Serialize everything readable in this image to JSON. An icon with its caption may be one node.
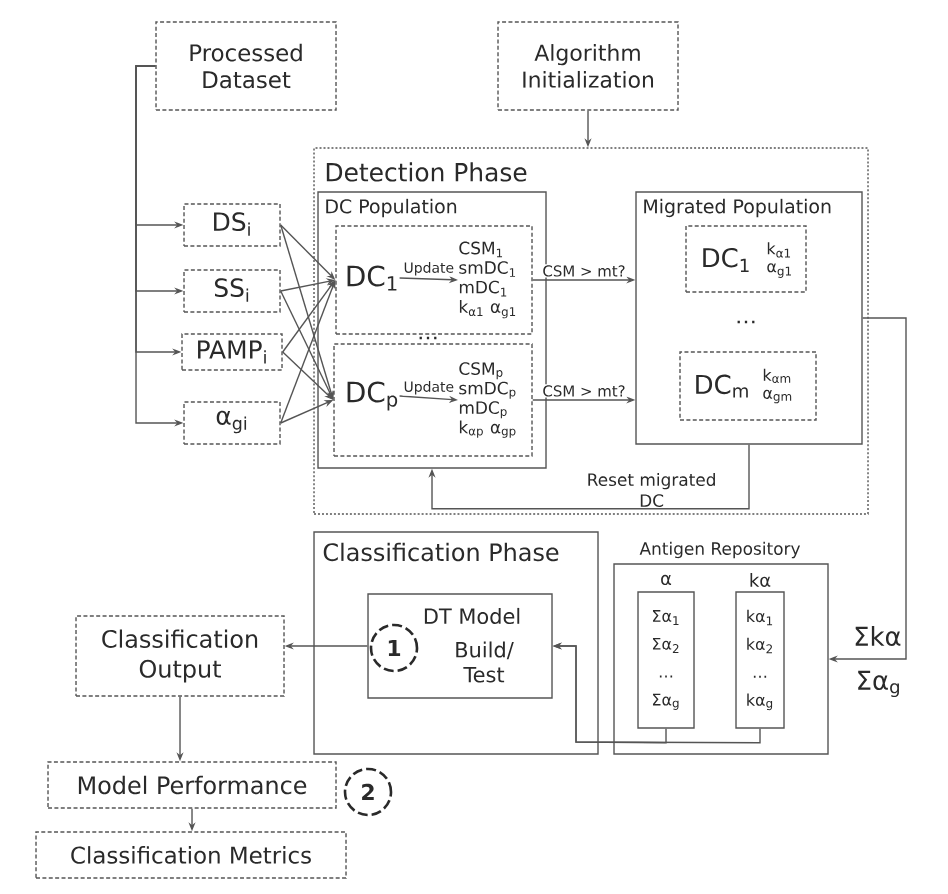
{
  "diagram": {
    "nodes": [
      {
        "text": [
          "Processed Dataset"
        ]
      },
      {
        "text": [
          "Algorithm Initialization"
        ]
      },
      {
        "text": [
          "Detection Phase"
        ]
      },
      {
        "text": [
          "DC Population"
        ],
        "in": 2
      },
      {
        "text": [],
        "shape": "box",
        "in": 3
      },
      {
        "text": [
          "DC$_{1}$"
        ],
        "in": 4
      },
      {
        "text": [
          "CSM$_{1}$ smDC$_{1}$ mDC$_{1}$ k$_{α1}$ α$_{g1}$"
        ],
        "in": 4
      },
      {
        "text": [],
        "shape": "box",
        "in": 3
      },
      {
        "text": [
          "DC$_{p}$"
        ],
        "in": 7
      },
      {
        "text": [
          "CSM$_{p}$ smDC$_{p}$ mDC$_{p}$ k$_{αp}$ α$_{gp}$"
        ],
        "in": 7
      },
      {
        "text": [
          "Migrated Population"
        ],
        "in": 2
      },
      {
        "text": [
          "DC$_{1}$",
          "k$_{α1}$ α$_{g1}$"
        ],
        "in": 10
      },
      {
        "text": [
          "DC$_{m}$",
          "k$_{αm}$ α$_{gm}$"
        ],
        "in": 10
      },
      {
        "text": [
          "DS$_{i}$"
        ]
      },
      {
        "text": [
          "SS$_{i}$"
        ]
      },
      {
        "text": [
          "PAMP$_{i}$"
        ]
      },
      {
        "text": [
          "α$_{gi}$"
        ]
      },
      {
        "text": [
          "Classification Phase"
        ]
      },
      {
        "text": [
          "DT Model",
          "Build/ Test"
        ],
        "in": 17
      },
      {
        "text": [
          "Antigen Repository"
        ]
      },
      {
        "text": [
          "α",
          "Σα$_{1}$ Σα$_{2}$ … Σα$_{g}$"
        ],
        "in": 19
      },
      {
        "text": [
          "kα",
          "kα$_{1}$ kα$_{2}$ … kα$_{g}$"
        ],
        "in": 19
      },
      {
        "text": [
          "Classification Output"
        ]
      },
      {
        "text": [
          "Model Performance"
        ]
      },
      {
        "text": [
          "Classification Metrics"
        ]
      }
    ],
    "edges": [
      {
        "from": 0,
        "to": 13,
        "arrow": "to"
      },
      {
        "from": 0,
        "to": 14,
        "arrow": "to"
      },
      {
        "from": 0,
        "to": 15,
        "arrow": "to"
      },
      {
        "from": 0,
        "to": 16,
        "arrow": "to"
      },
      {
        "from": 13,
        "to": 4,
        "arrow": "to"
      },
      {
        "from": 14,
        "to": 4,
        "arrow": "to"
      },
      {
        "from": 15,
        "to": 4,
        "arrow": "to"
      },
      {
        "from": 16,
        "to": 4,
        "arrow": "to"
      },
      {
        "from": 13,
        "to": 7,
        "arrow": "to"
      },
      {
        "from": 14,
        "to": 7,
        "arrow": "to"
      },
      {
        "from": 15,
        "to": 7,
        "arrow": "to"
      },
      {
        "from": 16,
        "to": 7,
        "arrow": "to"
      },
      {
        "from": 1,
        "to": 2,
        "arrow": "to"
      },
      {
        "from": 5,
        "to": 6,
        "arrow": "to",
        "label": "Update"
      },
      {
        "from": 8,
        "to": 9,
        "arrow": "to",
        "label": "Update"
      },
      {
        "from": 4,
        "to": 10,
        "arrow": "to",
        "label": "CSM > mt?"
      },
      {
        "from": 7,
        "to": 10,
        "arrow": "to",
        "label": "CSM > mt?"
      },
      {
        "from": 10,
        "to": 3,
        "arrow": "to",
        "label": "Reset migrated DC"
      },
      {
        "from": 10,
        "to": 19,
        "arrow": "to"
      },
      {
        "from": 20,
        "to": 18,
        "arrow": "to"
      },
      {
        "from": 21,
        "to": 18,
        "arrow": "to"
      },
      {
        "from": 18,
        "to": 22,
        "arrow": "to"
      },
      {
        "from": 22,
        "to": 23,
        "arrow": "to"
      },
      {
        "from": 23,
        "to": 24,
        "arrow": "to"
      }
    ],
    "labels": [
      "…",
      "…",
      "Σkα",
      "Σα$_{g}$",
      "1",
      "2"
    ]
  }
}
